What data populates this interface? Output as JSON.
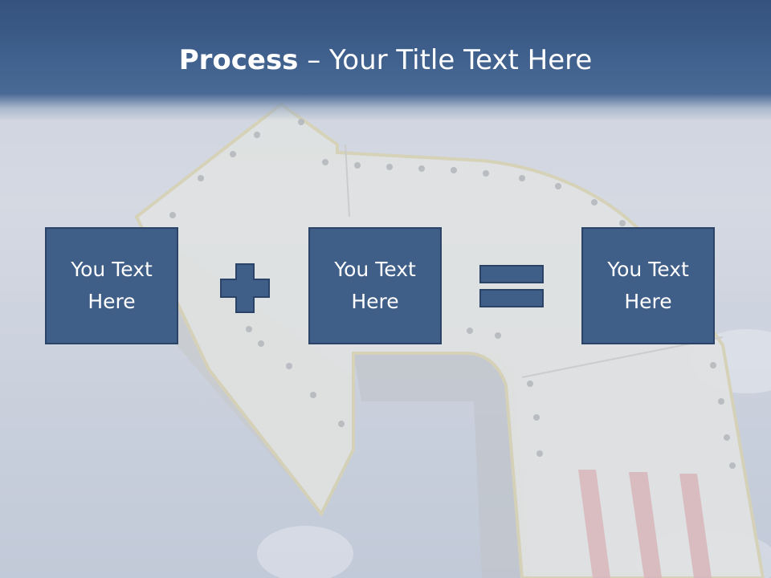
{
  "slide": {
    "title_bold": "Process",
    "title_rest": " – Your Title Text Here",
    "boxes": [
      {
        "text": "You Text Here"
      },
      {
        "text": "You Text Here"
      },
      {
        "text": "You Text Here"
      }
    ],
    "operators": [
      "plus-icon",
      "equals-icon"
    ],
    "colors": {
      "header": "#3f5f8c",
      "box_fill": "#3f5e88",
      "box_border": "#2a4366",
      "text": "#ffffff"
    }
  }
}
